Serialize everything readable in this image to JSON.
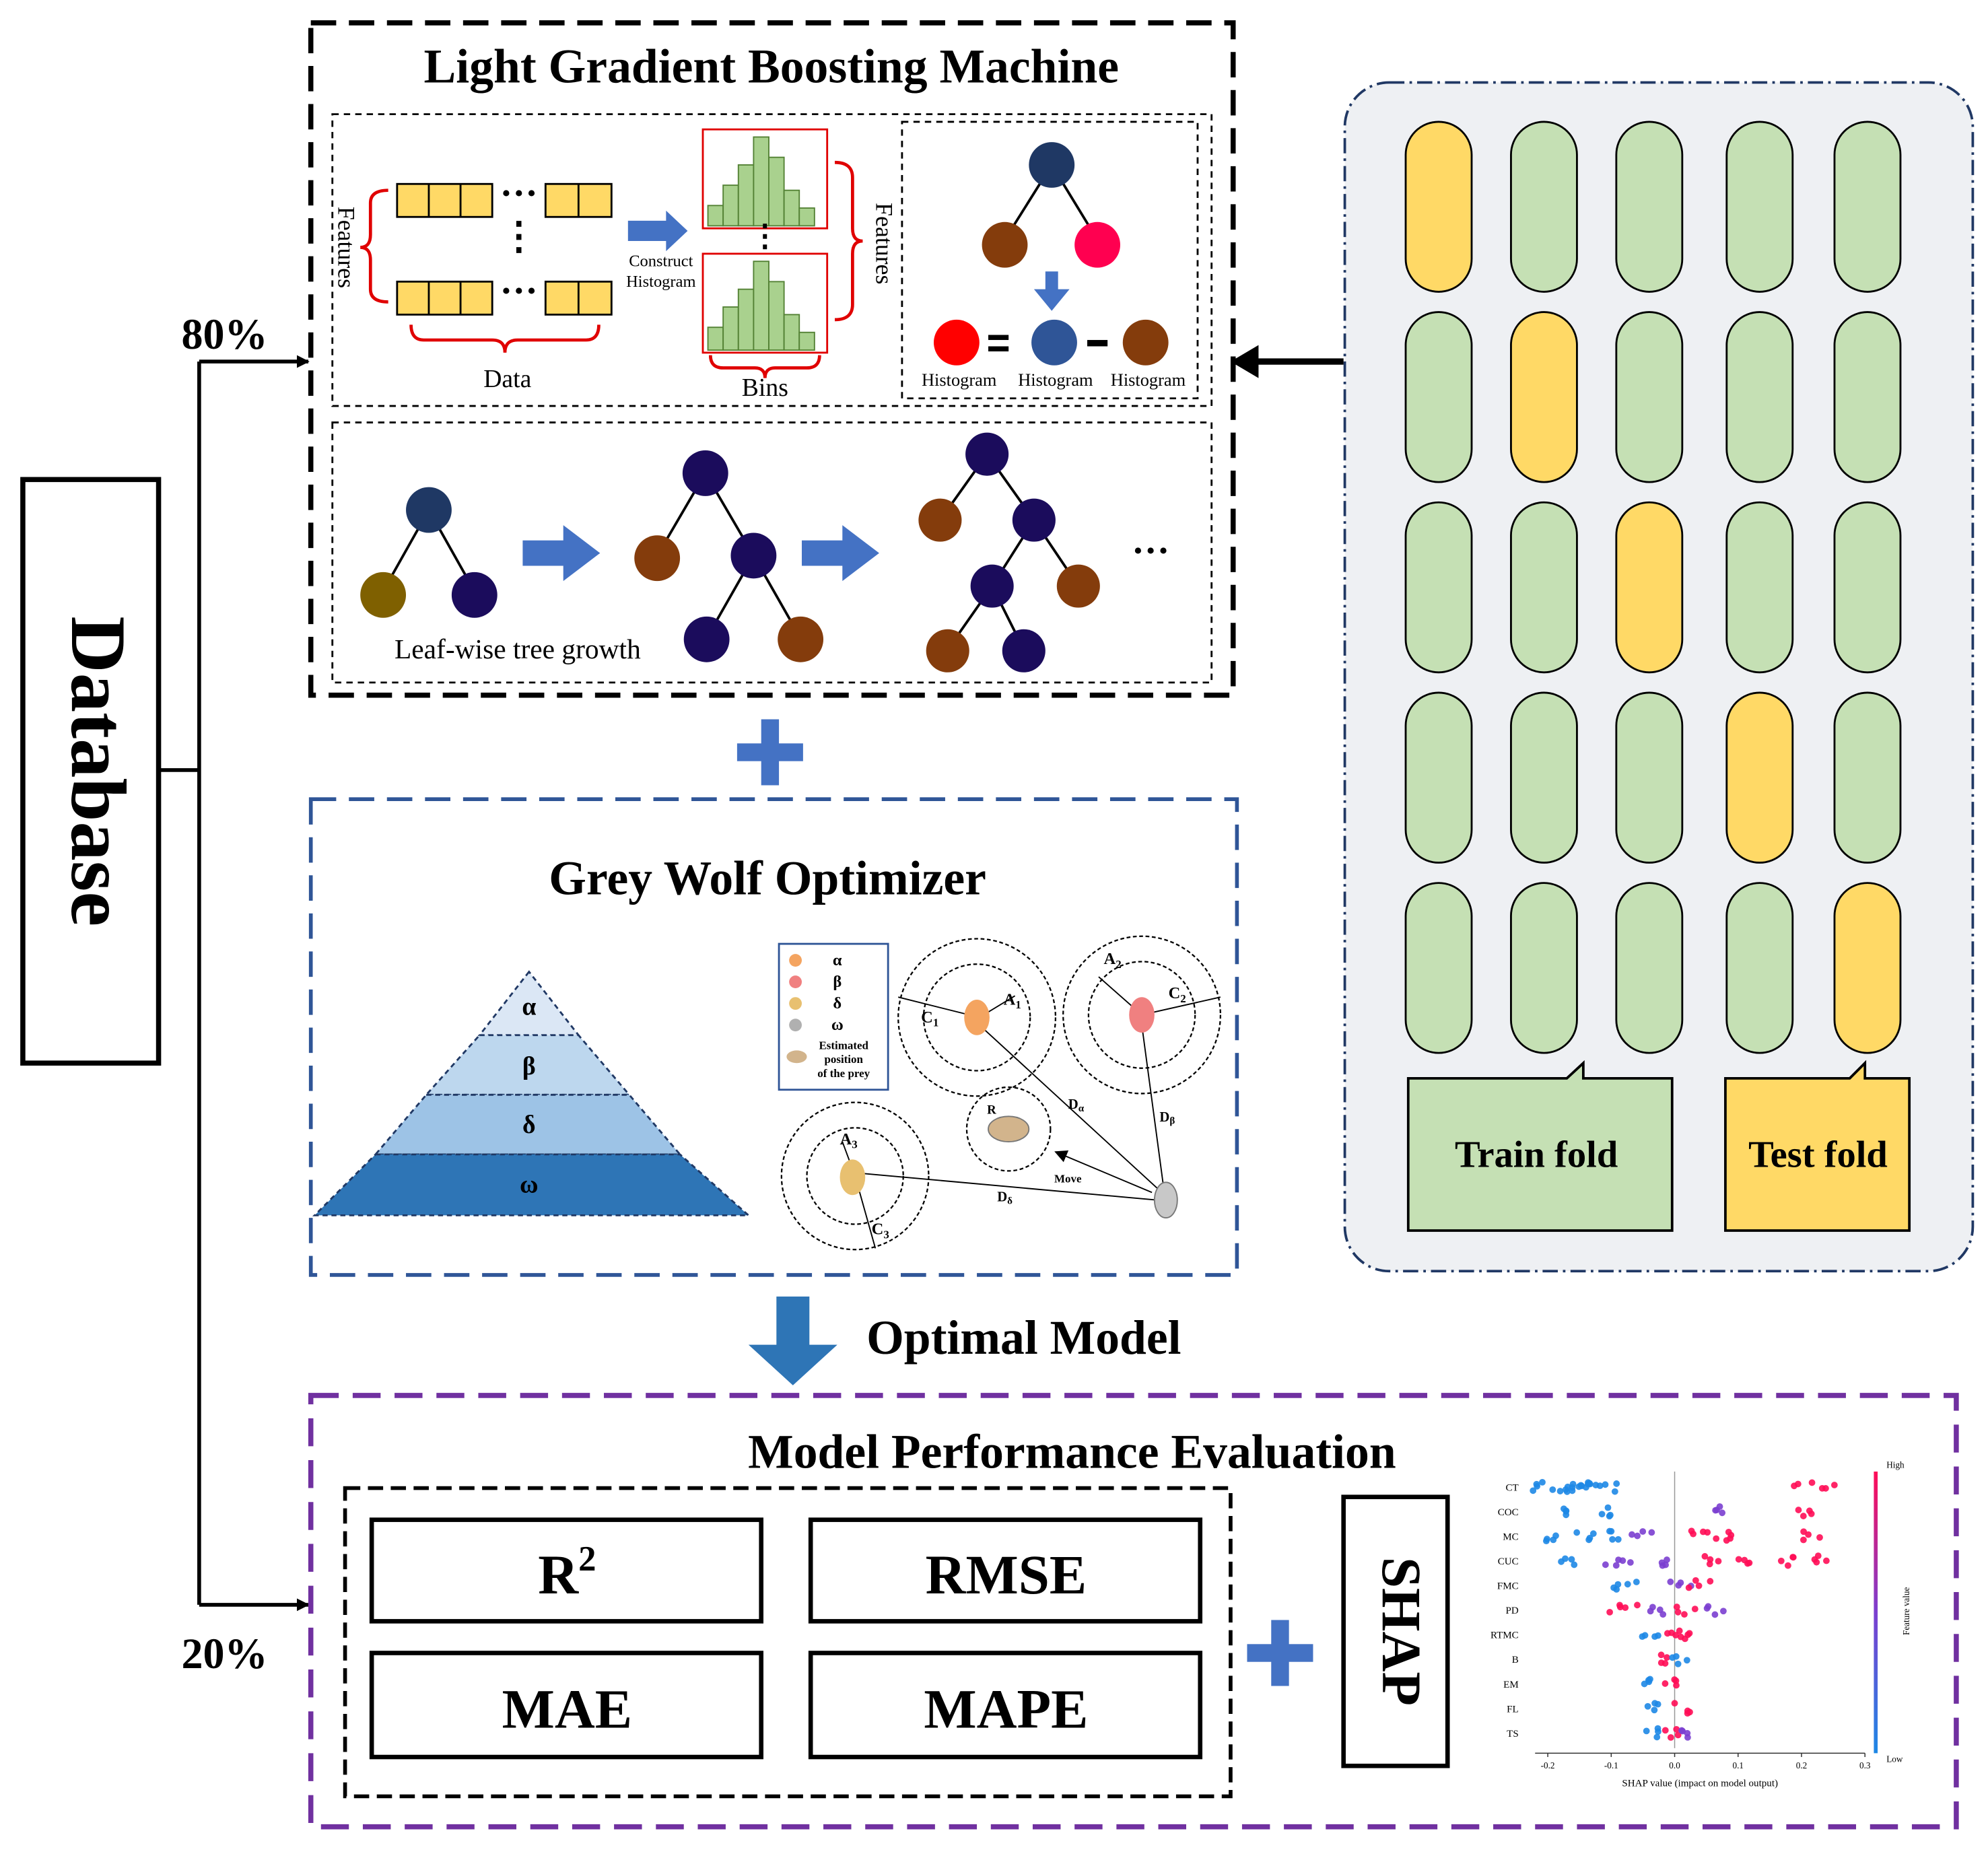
{
  "database": {
    "label": "Database"
  },
  "split": {
    "train_pct": "80%",
    "test_pct": "20%"
  },
  "lgbm": {
    "title": "Light Gradient Boosting Machine",
    "features_left": "Features",
    "features_right": "Features",
    "data_label": "Data",
    "bins_label": "Bins",
    "construct_line1": "Construct",
    "construct_line2": "Histogram",
    "hist_labels": [
      "Histogram",
      "Histogram",
      "Histogram"
    ],
    "leafwise_label": "Leaf-wise tree growth"
  },
  "gwo": {
    "title": "Grey Wolf Optimizer",
    "pyramid_levels": [
      "α",
      "β",
      "δ",
      "ω"
    ],
    "legend": [
      "α",
      "β",
      "δ",
      "ω"
    ],
    "legend_prey": [
      "Estimated",
      "position",
      "of the prey"
    ],
    "labels": {
      "A1": "A",
      "A1s": "1",
      "C1": "C",
      "C1s": "1",
      "A2": "A",
      "A2s": "2",
      "C2": "C",
      "C2s": "2",
      "A3": "A",
      "A3s": "3",
      "C3": "C",
      "C3s": "3",
      "R": "R",
      "Da": "D",
      "Das": "α",
      "Db": "D",
      "Dbs": "β",
      "Dd": "D",
      "Dds": "δ",
      "move": "Move"
    }
  },
  "optimal_model": "Optimal Model",
  "evaluation": {
    "title": "Model Performance Evaluation",
    "metrics": {
      "r2_base": "R",
      "r2_sup": "2",
      "rmse": "RMSE",
      "mae": "MAE",
      "mape": "MAPE"
    },
    "shap_label": "SHAP"
  },
  "kfold": {
    "train_label": "Train fold",
    "test_label": "Test fold",
    "rows": 5,
    "cols": 5,
    "test_index_per_row": [
      0,
      1,
      2,
      3,
      4
    ]
  },
  "chart_data": {
    "type": "scatter",
    "subtype": "shap_beeswarm",
    "features": [
      "CT",
      "COC",
      "MC",
      "CUC",
      "FMC",
      "PD",
      "RTMC",
      "B",
      "EM",
      "FL",
      "TS"
    ],
    "xlabel": "SHAP value (impact on model output)",
    "xticks": [
      "-0.2",
      "-0.1",
      "0.0",
      "0.1",
      "0.2",
      "0.3"
    ],
    "xlim": [
      -0.22,
      0.3
    ],
    "colorbar": {
      "label": "Feature value",
      "high": "High",
      "low": "Low"
    },
    "colors": {
      "low": "#1e88e5",
      "mid": "#7b3fd0",
      "high": "#ff0d57"
    },
    "clusters": [
      {
        "feature": "CT",
        "points": [
          [
            -0.16,
            0.15,
            "low"
          ],
          [
            -0.13,
            0.12,
            "low"
          ],
          [
            0.22,
            0.07,
            "high"
          ]
        ]
      },
      {
        "feature": "COC",
        "points": [
          [
            -0.17,
            0.02,
            "low"
          ],
          [
            -0.11,
            0.02,
            "low"
          ],
          [
            0.07,
            0.02,
            "mid"
          ],
          [
            0.21,
            0.03,
            "high"
          ]
        ]
      },
      {
        "feature": "MC",
        "points": [
          [
            -0.19,
            0.03,
            "low"
          ],
          [
            -0.14,
            0.03,
            "low"
          ],
          [
            -0.09,
            0.03,
            "low"
          ],
          [
            -0.05,
            0.04,
            "mid"
          ],
          [
            0.04,
            0.04,
            "high"
          ],
          [
            0.09,
            0.05,
            "high"
          ],
          [
            0.22,
            0.04,
            "high"
          ]
        ]
      },
      {
        "feature": "CUC",
        "points": [
          [
            -0.16,
            0.04,
            "low"
          ],
          [
            -0.09,
            0.05,
            "mid"
          ],
          [
            -0.02,
            0.02,
            "mid"
          ],
          [
            0.05,
            0.04,
            "high"
          ],
          [
            0.11,
            0.02,
            "high"
          ],
          [
            0.18,
            0.04,
            "high"
          ],
          [
            0.23,
            0.02,
            "high"
          ]
        ]
      },
      {
        "feature": "FMC",
        "points": [
          [
            -0.08,
            0.06,
            "low"
          ],
          [
            0.01,
            0.04,
            "mid"
          ],
          [
            0.04,
            0.04,
            "high"
          ]
        ]
      },
      {
        "feature": "PD",
        "points": [
          [
            -0.08,
            0.06,
            "high"
          ],
          [
            -0.03,
            0.03,
            "mid"
          ],
          [
            0.02,
            0.04,
            "high"
          ],
          [
            0.06,
            0.04,
            "mid"
          ]
        ]
      },
      {
        "feature": "RTMC",
        "points": [
          [
            -0.04,
            0.03,
            "low"
          ],
          [
            0.0,
            0.03,
            "high"
          ],
          [
            0.02,
            0.03,
            "high"
          ]
        ]
      },
      {
        "feature": "B",
        "points": [
          [
            -0.02,
            0.02,
            "high"
          ],
          [
            0.01,
            0.03,
            "low"
          ]
        ]
      },
      {
        "feature": "EM",
        "points": [
          [
            -0.04,
            0.03,
            "low"
          ],
          [
            0.0,
            0.03,
            "high"
          ]
        ]
      },
      {
        "feature": "FL",
        "points": [
          [
            -0.03,
            0.03,
            "low"
          ],
          [
            0.01,
            0.03,
            "high"
          ]
        ]
      },
      {
        "feature": "TS",
        "points": [
          [
            -0.03,
            0.03,
            "low"
          ],
          [
            0.0,
            0.03,
            "high"
          ],
          [
            0.02,
            0.02,
            "mid"
          ]
        ]
      }
    ]
  }
}
